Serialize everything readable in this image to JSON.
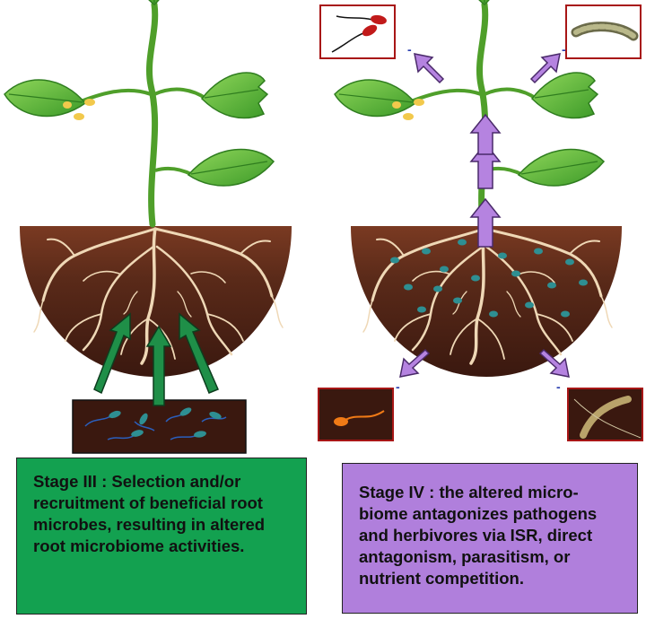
{
  "colors": {
    "stage3_box": "#13a150",
    "stage4_box": "#b07fdc",
    "soil": "#4a2116",
    "soil_light": "#7a3a22",
    "root": "#efd8b6",
    "leaf": "#5cb836",
    "leaf_dark": "#2f7d1f",
    "green_arrow": "#1f8f48",
    "purple_arrow": "#b583e0",
    "microbe": "#2e8f92",
    "inset_border": "#a81616"
  },
  "icons": {
    "pathogen_top_left": "fungal-spore-icon",
    "herbivore_top_right": "caterpillar-icon",
    "pathogen_bottom_left": "oomycete-icon",
    "herbivore_bottom_right": "root-larva-icon"
  },
  "markers": {
    "top_left": "-",
    "top_right": "-",
    "bottom_left": "-",
    "bottom_right": "-"
  },
  "stage3": {
    "lines": [
      "Stage III : Selection and/or",
      "recruitment of beneficial root",
      "microbes, resulting in altered",
      "root microbiome activities."
    ]
  },
  "stage4": {
    "lines": [
      "Stage IV : the altered micro-",
      "biome antagonizes pathogens",
      "and herbivores via ISR, direct",
      "antagonism, parasitism, or",
      "nutrient competition."
    ]
  }
}
